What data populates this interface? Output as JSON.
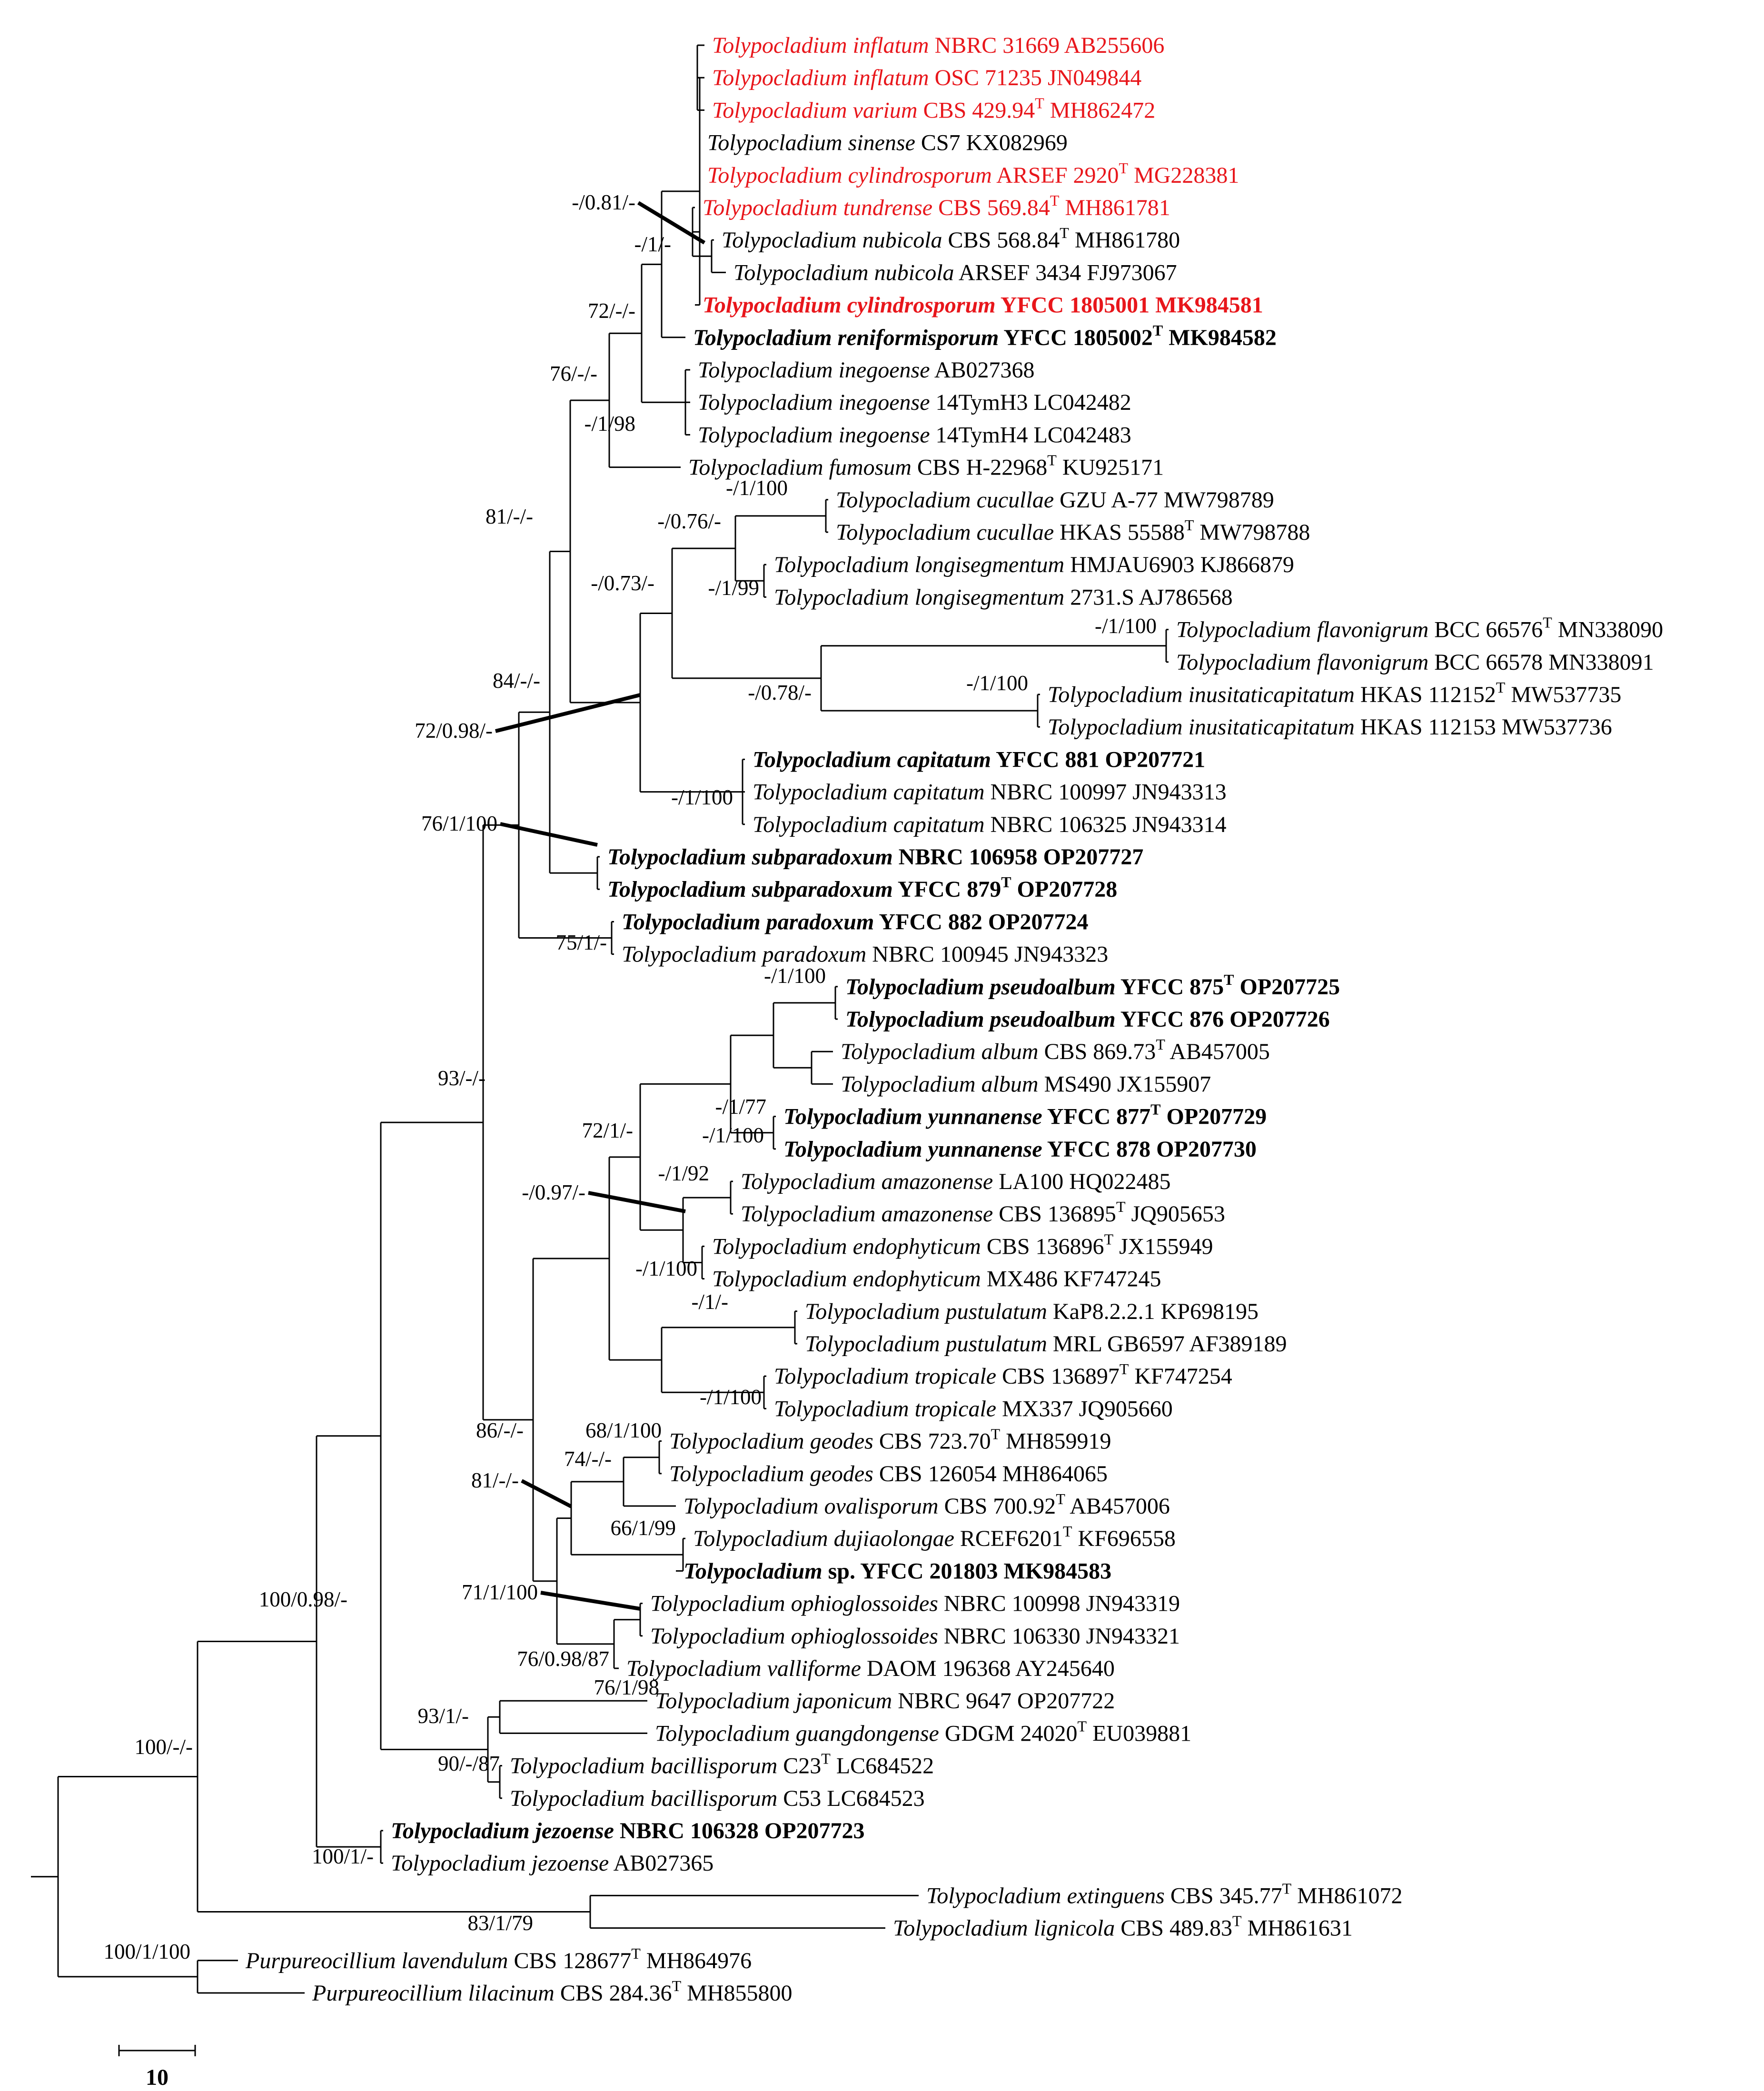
{
  "colors": {
    "highlight": "#e8161b",
    "default": "#000000"
  },
  "scale_bar": {
    "label": "10"
  },
  "taxa": [
    {
      "sp": "Tolypocladium inflatum",
      "strain": "NBRC 31669",
      "acc": "AB255606",
      "red": true
    },
    {
      "sp": "Tolypocladium inflatum",
      "strain": "OSC 71235",
      "acc": "JN049844",
      "red": true
    },
    {
      "sp": "Tolypocladium varium",
      "strain": "CBS 429.94",
      "type": true,
      "acc": "MH862472",
      "red": true
    },
    {
      "sp": "Tolypocladium sinense",
      "strain": "CS7",
      "acc": "KX082969"
    },
    {
      "sp": "Tolypocladium cylindrosporum",
      "strain": "ARSEF 2920",
      "type": true,
      "acc": "MG228381",
      "red": true
    },
    {
      "sp": "Tolypocladium tundrense",
      "strain": "CBS 569.84",
      "type": true,
      "acc": "MH861781",
      "red": true
    },
    {
      "sp": "Tolypocladium nubicola",
      "strain": "CBS 568.84",
      "type": true,
      "acc": "MH861780"
    },
    {
      "sp": "Tolypocladium nubicola",
      "strain": "ARSEF 3434",
      "acc": "FJ973067"
    },
    {
      "sp": "Tolypocladium cylindrosporum",
      "strain": "YFCC 1805001",
      "acc": "MK984581",
      "red": true,
      "bold": true
    },
    {
      "sp": "Tolypocladium reniformisporum",
      "strain": "YFCC 1805002",
      "type": true,
      "acc": "MK984582",
      "bold": true
    },
    {
      "sp": "Tolypocladium inegoense",
      "strain": "",
      "acc": "AB027368"
    },
    {
      "sp": "Tolypocladium inegoense",
      "strain": "14TymH3",
      "acc": "LC042482"
    },
    {
      "sp": "Tolypocladium inegoense",
      "strain": "14TymH4",
      "acc": "LC042483"
    },
    {
      "sp": "Tolypocladium fumosum",
      "strain": "CBS H-22968",
      "type": true,
      "acc": "KU925171"
    },
    {
      "sp": "Tolypocladium cucullae",
      "strain": "GZU A-77",
      "acc": "MW798789"
    },
    {
      "sp": "Tolypocladium cucullae",
      "strain": "HKAS 55588",
      "type": true,
      "acc": "MW798788"
    },
    {
      "sp": "Tolypocladium longisegmentum",
      "strain": "HMJAU6903",
      "acc": "KJ866879"
    },
    {
      "sp": "Tolypocladium longisegmentum",
      "strain": "2731.S",
      "acc": "AJ786568"
    },
    {
      "sp": "Tolypocladium flavonigrum",
      "strain": "BCC 66576",
      "type": true,
      "acc": "MN338090"
    },
    {
      "sp": "Tolypocladium flavonigrum",
      "strain": "BCC 66578",
      "acc": "MN338091"
    },
    {
      "sp": "Tolypocladium inusitaticapitatum",
      "strain": "HKAS 112152",
      "type": true,
      "acc": "MW537735"
    },
    {
      "sp": "Tolypocladium inusitaticapitatum",
      "strain": "HKAS 112153",
      "acc": "MW537736"
    },
    {
      "sp": "Tolypocladium capitatum",
      "strain": "YFCC 881",
      "acc": "OP207721",
      "bold": true
    },
    {
      "sp": "Tolypocladium capitatum",
      "strain": "NBRC 100997",
      "acc": "JN943313"
    },
    {
      "sp": "Tolypocladium capitatum",
      "strain": "NBRC 106325",
      "acc": "JN943314"
    },
    {
      "sp": "Tolypocladium subparadoxum",
      "strain": "NBRC 106958",
      "acc": "OP207727",
      "bold": true
    },
    {
      "sp": "Tolypocladium subparadoxum",
      "strain": "YFCC 879",
      "type": true,
      "acc": "OP207728",
      "bold": true
    },
    {
      "sp": "Tolypocladium paradoxum",
      "strain": "YFCC 882",
      "acc": "OP207724",
      "bold": true
    },
    {
      "sp": "Tolypocladium paradoxum",
      "strain": "NBRC 100945",
      "acc": "JN943323"
    },
    {
      "sp": "Tolypocladium pseudoalbum",
      "strain": "YFCC 875",
      "type": true,
      "acc": "OP207725",
      "bold": true
    },
    {
      "sp": "Tolypocladium pseudoalbum",
      "strain": "YFCC 876",
      "acc": "OP207726",
      "bold": true
    },
    {
      "sp": "Tolypocladium album",
      "strain": "CBS 869.73",
      "type": true,
      "acc": "AB457005"
    },
    {
      "sp": "Tolypocladium album",
      "strain": "MS490",
      "acc": "JX155907"
    },
    {
      "sp": "Tolypocladium yunnanense",
      "strain": "YFCC 877",
      "type": true,
      "acc": "OP207729",
      "bold": true
    },
    {
      "sp": "Tolypocladium yunnanense",
      "strain": "YFCC 878",
      "acc": "OP207730",
      "bold": true
    },
    {
      "sp": "Tolypocladium amazonense",
      "strain": "LA100",
      "acc": "HQ022485"
    },
    {
      "sp": "Tolypocladium amazonense",
      "strain": "CBS 136895",
      "type": true,
      "acc": "JQ905653"
    },
    {
      "sp": "Tolypocladium endophyticum",
      "strain": "CBS 136896",
      "type": true,
      "acc": "JX155949"
    },
    {
      "sp": "Tolypocladium endophyticum",
      "strain": "MX486",
      "acc": "KF747245"
    },
    {
      "sp": "Tolypocladium pustulatum",
      "strain": "KaP8.2.2.1",
      "acc": "KP698195"
    },
    {
      "sp": "Tolypocladium pustulatum",
      "strain": "MRL GB6597",
      "acc": "AF389189"
    },
    {
      "sp": "Tolypocladium tropicale",
      "strain": "CBS 136897",
      "type": true,
      "acc": "KF747254"
    },
    {
      "sp": "Tolypocladium tropicale",
      "strain": "MX337",
      "acc": "JQ905660"
    },
    {
      "sp": "Tolypocladium geodes",
      "strain": "CBS 723.70",
      "type": true,
      "acc": "MH859919"
    },
    {
      "sp": "Tolypocladium geodes",
      "strain": "CBS 126054",
      "acc": "MH864065"
    },
    {
      "sp": "Tolypocladium ovalisporum",
      "strain": "CBS 700.92",
      "type": true,
      "acc": "AB457006"
    },
    {
      "sp": "Tolypocladium dujiaolongae",
      "strain": "RCEF6201",
      "type": true,
      "acc": "KF696558"
    },
    {
      "sp": "Tolypocladium",
      "strain": "sp. YFCC 201803",
      "acc": "MK984583",
      "bold": true
    },
    {
      "sp": "Tolypocladium ophioglossoides",
      "strain": "NBRC 100998",
      "acc": "JN943319"
    },
    {
      "sp": "Tolypocladium ophioglossoides",
      "strain": "NBRC 106330",
      "acc": "JN943321"
    },
    {
      "sp": "Tolypocladium valliforme",
      "strain": "DAOM 196368",
      "acc": "AY245640"
    },
    {
      "sp": "Tolypocladium japonicum",
      "strain": "NBRC 9647",
      "acc": "OP207722"
    },
    {
      "sp": "Tolypocladium guangdongense",
      "strain": "GDGM 24020",
      "type": true,
      "acc": "EU039881"
    },
    {
      "sp": "Tolypocladium bacillisporum",
      "strain": "C23",
      "type": true,
      "acc": "LC684522"
    },
    {
      "sp": "Tolypocladium bacillisporum",
      "strain": "C53",
      "acc": "LC684523"
    },
    {
      "sp": "Tolypocladium jezoense",
      "strain": "NBRC 106328",
      "acc": "OP207723",
      "bold": true
    },
    {
      "sp": "Tolypocladium jezoense",
      "strain": "",
      "acc": "AB027365"
    },
    {
      "sp": "Tolypocladium extinguens",
      "strain": "CBS 345.77",
      "type": true,
      "acc": "MH861072"
    },
    {
      "sp": "Tolypocladium lignicola",
      "strain": "CBS 489.83",
      "type": true,
      "acc": "MH861631"
    },
    {
      "sp": "Purpureocillium lavendulum",
      "strain": "CBS 128677",
      "type": true,
      "acc": "MH864976"
    },
    {
      "sp": "Purpureocillium lilacinum",
      "strain": "CBS 284.36",
      "type": true,
      "acc": "MH855800"
    }
  ],
  "support_values": [
    "-/0.81/-",
    "-/1/-",
    "72/-/-",
    "76/-/-",
    "-/1/98",
    "81/-/-",
    "-/1/100",
    "-/0.76/-",
    "-/0.73/-",
    "-/1/99",
    "-/1/100",
    "-/1/100",
    "-/0.78/-",
    "84/-/-",
    "72/0.98/-",
    "-/1/100",
    "76/1/100",
    "75/1/-",
    "-/1/100",
    "-/1/77",
    "93/-/-",
    "72/1/-",
    "-/1/100",
    "-/1/92",
    "-/0.97/-",
    "-/1/100",
    "-/1/-",
    "-/1/100",
    "68/1/100",
    "86/-/-",
    "74/-/-",
    "81/-/-",
    "66/1/99",
    "71/1/100",
    "76/0.98/87",
    "76/1/98",
    "100/0.98/-",
    "93/1/-",
    "90/-/87",
    "100/-/-",
    "100/1/-",
    "83/1/79",
    "100/1/100"
  ]
}
